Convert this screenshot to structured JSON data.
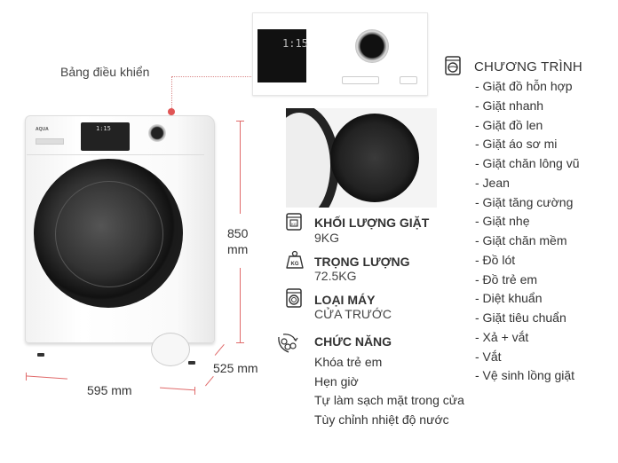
{
  "callout": {
    "label": "Bảng điều khiển"
  },
  "dimensions": {
    "height_value": "850",
    "height_unit": "mm",
    "depth": "525 mm",
    "width": "595 mm"
  },
  "specs": [
    {
      "icon": "washer-weight-icon",
      "title": "KHỐI LƯỢNG GIẶT",
      "value": "9KG"
    },
    {
      "icon": "kg-weight-icon",
      "title": "TRỌNG LƯỢNG",
      "value": "72.5KG"
    },
    {
      "icon": "front-load-washer-icon",
      "title": "LOẠI MÁY",
      "value": "CỬA TRƯỚC"
    }
  ],
  "features": {
    "icon": "gears-feature-icon",
    "title": "CHỨC NĂNG",
    "items": [
      "Khóa trẻ em",
      "Hẹn giờ",
      "Tự làm sạch mặt trong cửa",
      "Tùy chỉnh nhiệt độ nước"
    ]
  },
  "programs": {
    "icon": "washing-machine-icon",
    "title": "CHƯƠNG TRÌNH",
    "items": [
      "- Giặt đồ hỗn hợp",
      "- Giặt nhanh",
      "- Giặt đồ len",
      "- Giặt áo sơ mi",
      "- Giặt chăn lông vũ",
      "- Jean",
      "- Giặt tăng cường",
      "- Giặt nhẹ",
      "- Giặt chăn mềm",
      "- Đồ lót",
      "- Đồ trẻ em",
      "- Diệt khuẩn",
      "- Giặt tiêu chuẩn",
      "- Xả + vắt",
      "- Vắt",
      "- Vệ sinh lồng giặt"
    ]
  },
  "washer": {
    "brand": "AQUA",
    "display_readout": "1:15"
  },
  "colors": {
    "accent_red": "#e06a6a",
    "text": "#333333"
  }
}
